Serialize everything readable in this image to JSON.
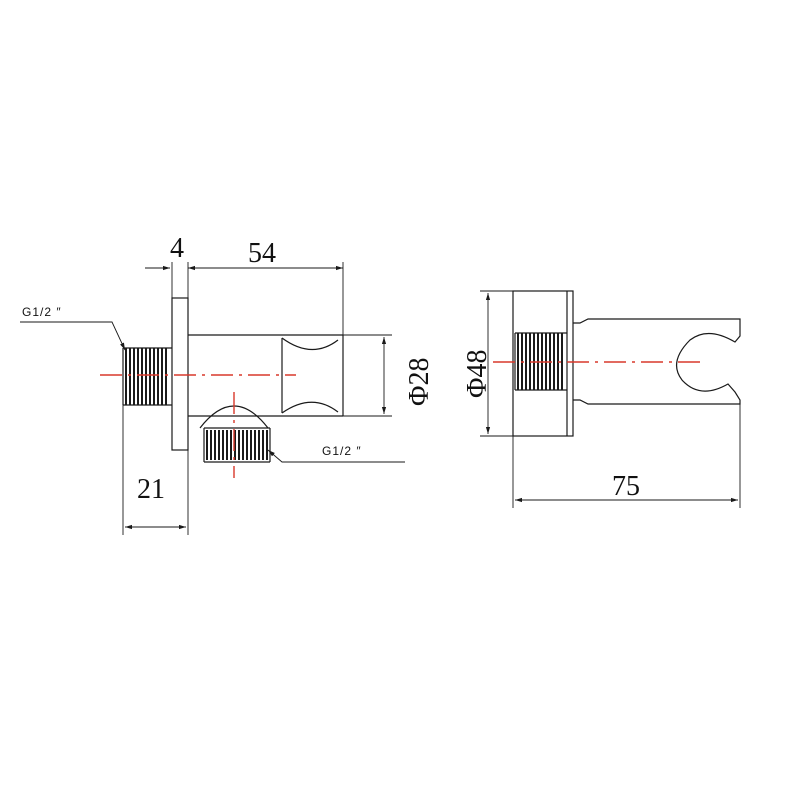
{
  "drawing": {
    "dimensions": {
      "plate_thickness": "4",
      "body_length": "54",
      "body_diameter": "Φ28",
      "inlet_thread_length": "21",
      "flange_diameter": "Φ48",
      "total_depth": "75"
    },
    "labels": {
      "inlet_thread": "G1/2 ″",
      "outlet_thread": "G1/2 ″"
    },
    "colors": {
      "line": "#1a1a1a",
      "center_axis": "#d9382b",
      "background": "#ffffff"
    }
  }
}
